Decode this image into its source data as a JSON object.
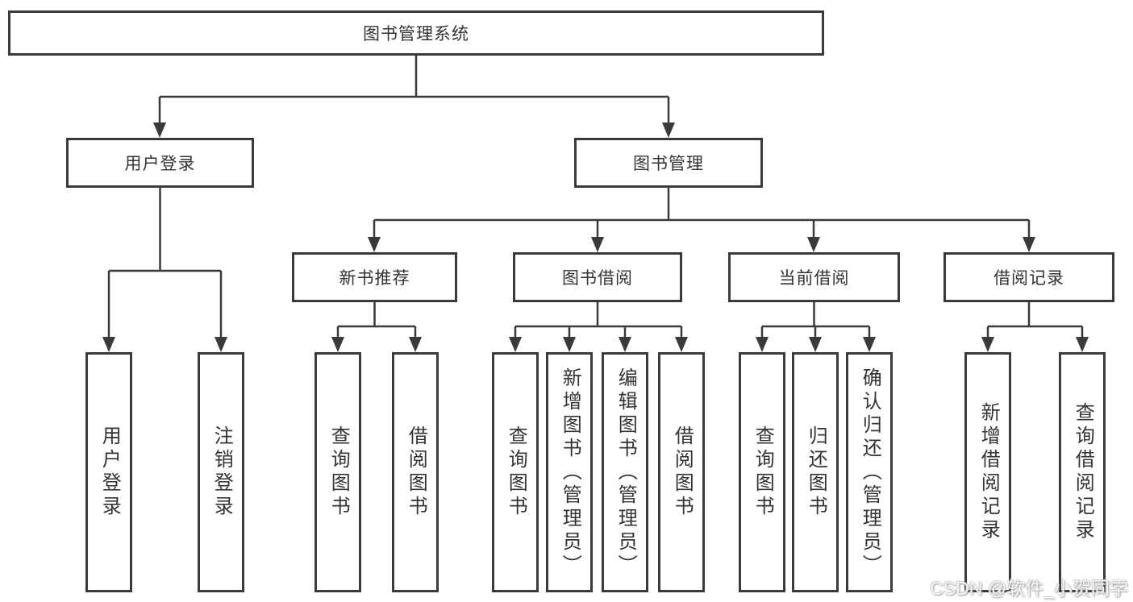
{
  "diagram": {
    "root": {
      "label": "图书管理系统"
    },
    "branches": [
      {
        "label": "用户登录",
        "children": [
          {
            "label": "用户登录"
          },
          {
            "label": "注销登录"
          }
        ]
      },
      {
        "label": "图书管理",
        "children": [
          {
            "label": "新书推荐",
            "children": [
              {
                "label": "查询图书"
              },
              {
                "label": "借阅图书"
              }
            ]
          },
          {
            "label": "图书借阅",
            "children": [
              {
                "label": "查询图书"
              },
              {
                "label": "新增图书（管理员）"
              },
              {
                "label": "编辑图书（管理员）"
              },
              {
                "label": "借阅图书"
              }
            ]
          },
          {
            "label": "当前借阅",
            "children": [
              {
                "label": "查询图书"
              },
              {
                "label": "归还图书"
              },
              {
                "label": "确认归还（管理员）"
              }
            ]
          },
          {
            "label": "借阅记录",
            "children": [
              {
                "label": "新增借阅记录"
              },
              {
                "label": "查询借阅记录"
              }
            ]
          }
        ]
      }
    ]
  },
  "watermark": {
    "text": "CSDN @软件_小贺同学"
  },
  "colors": {
    "line": "#3a3a3a",
    "text": "#333333",
    "background": "#ffffff",
    "watermark_text": "#f5f5f5"
  }
}
